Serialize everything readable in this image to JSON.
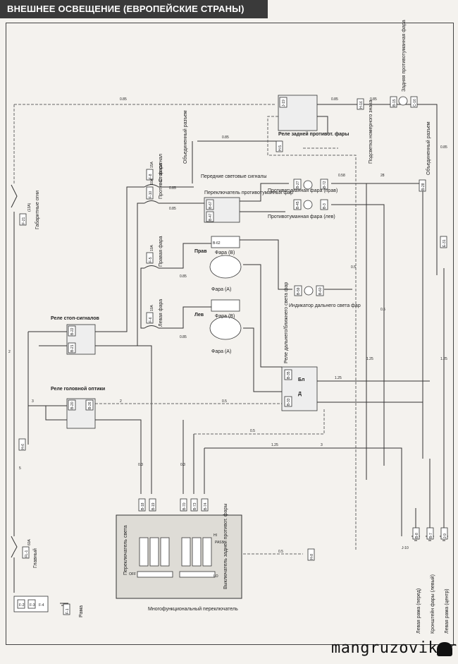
{
  "title": "ВНЕШНЕЕ ОСВЕЩЕНИЕ (ЕВРОПЕЙСКИЕ СТРАНЫ)",
  "watermark": "mangruzovik.ru",
  "labels": {
    "gabarit": "Габаритные огни",
    "main": "Главный",
    "frame": "Рама",
    "stop_relay": "Реле стоп-сигналов",
    "head_relay": "Реле головной оптики",
    "stop_signal": "Стоп-сигнал",
    "fog_light": "Противот. фара",
    "right_head": "Правая фара",
    "left_head": "Левая фара",
    "front_pos": "Передние световые сигналы",
    "fog_switch": "Переключатель противотуманных фар",
    "combined_conn": "Объединенный разъем",
    "combined_conn2": "Объединенный разъем",
    "rear_fog_relay": "Реле задней противот. фары",
    "plate_light": "Подсветка номерного знака",
    "rear_fog": "Задняя противотуманная фара",
    "fog_right": "Противотуманная фара (прав)",
    "fog_left": "Противотуманная фара (лев)",
    "headB_1": "Фара (B)",
    "headA_1": "Фара (A)",
    "headB_2": "Фара (B)",
    "headA_2": "Фара (A)",
    "high_ind": "Индикатор дальнего света фар",
    "hi_lo_relay": "Реле дальнего/ближнего света фар",
    "multi_switch": "Многофункциональный переключатель",
    "light_switch": "Переключатель света",
    "rear_fog_switch": "Выключатель задней противот. фары",
    "left_frame_front": "Левая рама (перед)",
    "headlamp_bracket": "Кронштейн фары (левый)",
    "left_frame_center": "Левая рама (центр)",
    "prav": "Прав",
    "lev": "Лев",
    "off": "OFF",
    "lo": "LO",
    "hi": "HI",
    "pass": "PASS",
    "bl": "Бл",
    "d": "Д"
  },
  "fuses": {
    "f21": "F-21",
    "f21_rating": "(13A)",
    "f8": "F-8",
    "f8_rating": "15A",
    "f10": "F-10",
    "f10_rating": "10A",
    "f5": "F-5",
    "f5_rating": "10A",
    "f6": "F-6",
    "f6_rating": "10A",
    "fl1": "FL-1",
    "fl1_rating": "60A",
    "f2": "F-2",
    "f3": "F-3",
    "f4": "F-4",
    "f1": "F-1"
  },
  "connectors": {
    "b22": "B-22",
    "b21": "B-21",
    "b26": "B-26",
    "b20": "B-20",
    "b35": "B-35",
    "b33": "B-33",
    "b18": "B-18",
    "b19": "B-19",
    "b70": "B-70",
    "b73": "B-73",
    "b74": "B-74",
    "b67": "B-67",
    "b47": "B-47",
    "b45": "B-45",
    "b3": "B-3",
    "b27": "B-27",
    "b72": "B-72",
    "b59": "B-59",
    "b60": "B-60",
    "b62": "B-62",
    "b15": "B-15",
    "j19": "J-19",
    "h16": "H-16",
    "h5": "H-5",
    "h6": "H-6",
    "h8": "H-8",
    "b8": "B-8",
    "b7": "B-7",
    "j9": "J-9",
    "b28": "B-28",
    "c16": "C-16",
    "e31": "E-31",
    "j10": "J-10"
  },
  "wire_values": {
    "w085": "0.85",
    "w05": "0.5",
    "w125": "1.25",
    "w2": "2",
    "w3": "3",
    "w5": "5",
    "w03": "0.3",
    "w058": "0.58",
    "w28": "28"
  },
  "colors": {
    "wire": "#333333",
    "dashed": "#666666",
    "bg": "#f4f2ee",
    "title_bg": "#3a3a3a"
  }
}
